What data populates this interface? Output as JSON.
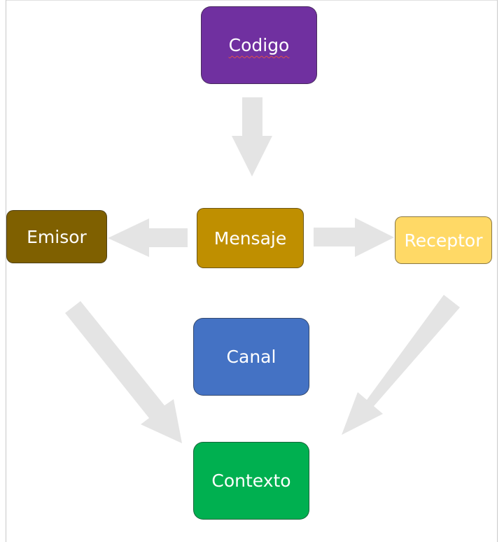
{
  "nodes": {
    "codigo": "Codigo",
    "emisor": "Emisor",
    "mensaje": "Mensaje",
    "receptor": "Receptor",
    "canal": "Canal",
    "contexto": "Contexto"
  },
  "colors": {
    "codigo": "#7030a0",
    "emisor": "#7f6000",
    "mensaje": "#bf8f00",
    "receptor": "#ffd966",
    "canal": "#4472c4",
    "contexto": "#00b050",
    "arrow": "#e4e4e4"
  },
  "edges": [
    {
      "from": "codigo",
      "to": "mensaje"
    },
    {
      "from": "mensaje",
      "to": "emisor"
    },
    {
      "from": "mensaje",
      "to": "receptor"
    },
    {
      "from": "emisor",
      "to": "contexto"
    },
    {
      "from": "receptor",
      "to": "contexto"
    }
  ]
}
